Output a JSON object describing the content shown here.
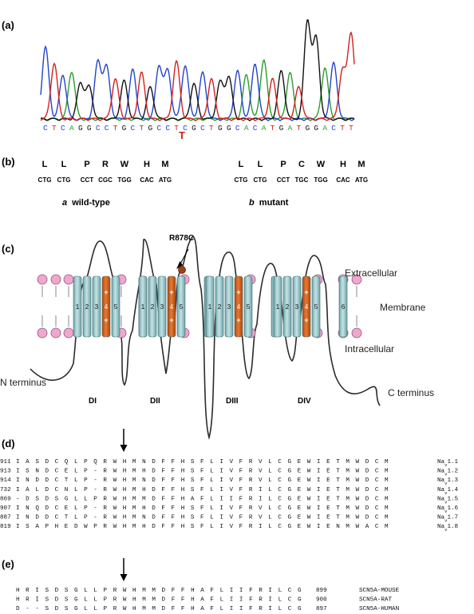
{
  "panels": {
    "a": "(a)",
    "b": "(b)",
    "c": "(c)",
    "d": "(d)",
    "e": "(e)"
  },
  "chromatogram": {
    "bases": [
      "C",
      "T",
      "C",
      "A",
      "G",
      "G",
      "C",
      "C",
      "T",
      "G",
      "C",
      "T",
      "G",
      "C",
      "C",
      "T",
      "C",
      "G",
      "C",
      "T",
      "G",
      "G",
      "C",
      "A",
      "C",
      "A",
      "T",
      "G",
      "A",
      "T",
      "G",
      "G",
      "A",
      "C",
      "T",
      "T"
    ],
    "mutation_base": "T",
    "base_colors": {
      "A": "#2a9d2a",
      "C": "#2244cc",
      "G": "#111111",
      "T": "#d42020"
    }
  },
  "translation": {
    "wild_type": {
      "residues": [
        "L",
        "L",
        "P",
        "R",
        "W",
        "H",
        "M"
      ],
      "codons": [
        "CTG",
        "CTG",
        "CCT",
        "CGC",
        "TGG",
        "CAC",
        "ATG"
      ],
      "caption_letter": "a",
      "caption_text": "wild-type"
    },
    "mutant": {
      "residues": [
        "L",
        "L",
        "P",
        "C",
        "W",
        "H",
        "M"
      ],
      "codons": [
        "CTG",
        "CTG",
        "CCT",
        "TGC",
        "TGG",
        "CAC",
        "ATG"
      ],
      "caption_letter": "b",
      "caption_text": "mutant"
    }
  },
  "channel": {
    "mutation_label": "R878C",
    "regions": {
      "extracellular": "Extracellular",
      "membrane": "Membrane",
      "intracellular": "Intracellular"
    },
    "n_terminus": "N terminus",
    "c_terminus": "C terminus",
    "domains": [
      "DI",
      "DII",
      "DIII",
      "DIV"
    ],
    "segment_labels": [
      "1",
      "2",
      "3",
      "4",
      "5",
      "6"
    ],
    "plus_sign": "+",
    "colors": {
      "helix": "#9ecbce",
      "s4": "#d2601a",
      "lipid": "#f0a6cf",
      "mutation_dot": "#a0401a"
    }
  },
  "alignment_isoforms": {
    "rows": [
      {
        "pos": "911",
        "seq": "IASDCQLPQRWHMNDFFHSFLIVFRVLCGEWIETMWDCM",
        "name": "Na",
        "sub": "v",
        "iso": "1.1"
      },
      {
        "pos": "913",
        "seq": "ISNDCELP-RWHMHDFFHSFLIVFRVLCGEWIETMWDCM",
        "name": "Na",
        "sub": "v",
        "iso": "1.2"
      },
      {
        "pos": "914",
        "seq": "INDDCTLP-RWHMNDFFHSFLIVFRVLCGEWIETMWDCM",
        "name": "Na",
        "sub": "v",
        "iso": "1.3"
      },
      {
        "pos": "732",
        "seq": "IALDCNLP-RWHMHDFFHSFLIVFRILCGEWIETMWDCM",
        "name": "Na",
        "sub": "v",
        "iso": "1.4"
      },
      {
        "pos": "869",
        "seq": "-DSDSGLLPRWHMMDFFHAFLIIFRILCGEWIETMWDCM",
        "name": "Na",
        "sub": "v",
        "iso": "1.5"
      },
      {
        "pos": "907",
        "seq": "INQDCELP-RWHMHDFFHSFLIVFRVLCGEWIETMWDCM",
        "name": "Na",
        "sub": "v",
        "iso": "1.6"
      },
      {
        "pos": "887",
        "seq": "INDDCTLP-RWHMNDFFHSFLIVFRVLCGEWIETMWDCM",
        "name": "Na",
        "sub": "v",
        "iso": "1.7"
      },
      {
        "pos": "819",
        "seq": "ISAPHEDWPRWHMHDFFHSFLIVFRILCGEWIENMWACM",
        "name": "Na",
        "sub": "v",
        "iso": "1.8"
      }
    ]
  },
  "alignment_species": {
    "rows": [
      {
        "seq": "HRISDSGLLPRWHMMDFFHAFLIIFRILCG",
        "pos": "899",
        "name": "SCN5A-MOUSE"
      },
      {
        "seq": "HRISDSGLLPRWHMMDFFHAFLIIFRILCG",
        "pos": "900",
        "name": "SCN5A-RAT"
      },
      {
        "seq": "D--SDSGLLPRWHMMDFFHAFLIIFRILCG",
        "pos": "897",
        "name": "SCN5A-HUMAN"
      }
    ]
  }
}
